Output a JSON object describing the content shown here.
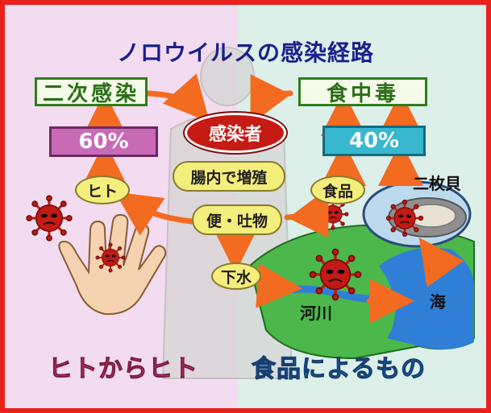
{
  "title": "ノロウイルスの感染経路",
  "boxes": {
    "secondary_infection": "二次感染",
    "food_poisoning": "食中毒",
    "percent_person": "60%",
    "percent_food": "40%"
  },
  "center": {
    "infected_person": "感染者",
    "intestinal_growth": "腸内で増殖",
    "excretion": "便・吐物"
  },
  "nodes": {
    "person": "ヒト",
    "food": "食品",
    "sewage": "下水",
    "river": "河川",
    "sea": "海",
    "bivalves": "二枚貝"
  },
  "bottom": {
    "left": "ヒトからヒト",
    "right": "食品によるもの"
  },
  "colors": {
    "left_bg": "#f3dcef",
    "right_bg": "#dcefe9",
    "frame": "#e8211c",
    "arrow": "#f26b21",
    "title": "#1b1f8c",
    "bottom_left": "#e0467d",
    "bottom_right": "#2a74c8"
  }
}
